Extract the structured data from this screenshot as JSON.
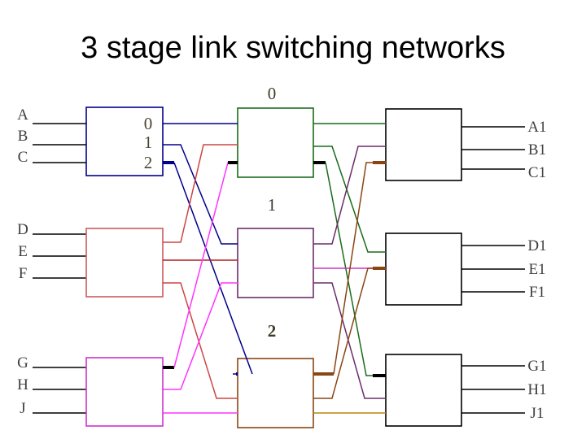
{
  "slide": {
    "title": "3 stage link switching networks",
    "background": "#ffffff"
  },
  "inputs": {
    "group1": [
      "A",
      "B",
      "C"
    ],
    "group2": [
      "D",
      "E",
      "F"
    ],
    "group3": [
      "G",
      "H",
      "J"
    ]
  },
  "outputs": {
    "group1": [
      "A1",
      "B1",
      "C1"
    ],
    "group2": [
      "D1",
      "E1",
      "F1"
    ],
    "group3": [
      "G1",
      "H1",
      "J1"
    ]
  },
  "first_stage": {
    "box1": {
      "port_labels": [
        "0",
        "1",
        "2"
      ],
      "color": "#00008b"
    },
    "box2": {
      "port_labels": [],
      "color": "#cd5c5c"
    },
    "box3": {
      "port_labels": [],
      "color": "#cc33cc"
    }
  },
  "middle_stage": {
    "labels": [
      "0",
      "1",
      "2"
    ],
    "box_colors": [
      "#1a6b1a",
      "#6b2d6b",
      "#8b4513"
    ]
  },
  "third_stage": {
    "box_colors": [
      "#000000",
      "#000000",
      "#000000"
    ]
  },
  "palette": {
    "navy": "#00008b",
    "red": "#cd4444",
    "magenta": "#ff33ff",
    "green": "#1a6b1a",
    "purple": "#6b2d6b",
    "brown": "#8b4513",
    "black": "#000000",
    "crimson": "#b22222",
    "orchid": "#cc33cc",
    "indianred": "#cd5c5c"
  }
}
